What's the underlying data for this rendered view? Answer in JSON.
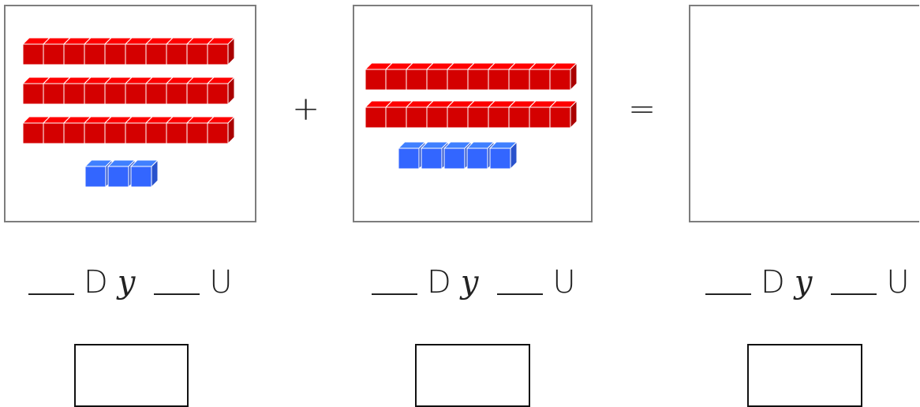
{
  "worksheet": {
    "panels": [
      {
        "name": "addend-1",
        "tens": 3,
        "units": 3
      },
      {
        "name": "addend-2",
        "tens": 2,
        "units": 5
      },
      {
        "name": "sum",
        "tens": 0,
        "units": 0
      }
    ],
    "operator_plus": "+",
    "operator_equals": "=",
    "tens_label": "D",
    "conjunction": "y",
    "units_label": "U",
    "colors": {
      "ten_rod": "#d40000",
      "unit_cube": "#3366ff",
      "panel_border": "#7d7d7d"
    }
  }
}
